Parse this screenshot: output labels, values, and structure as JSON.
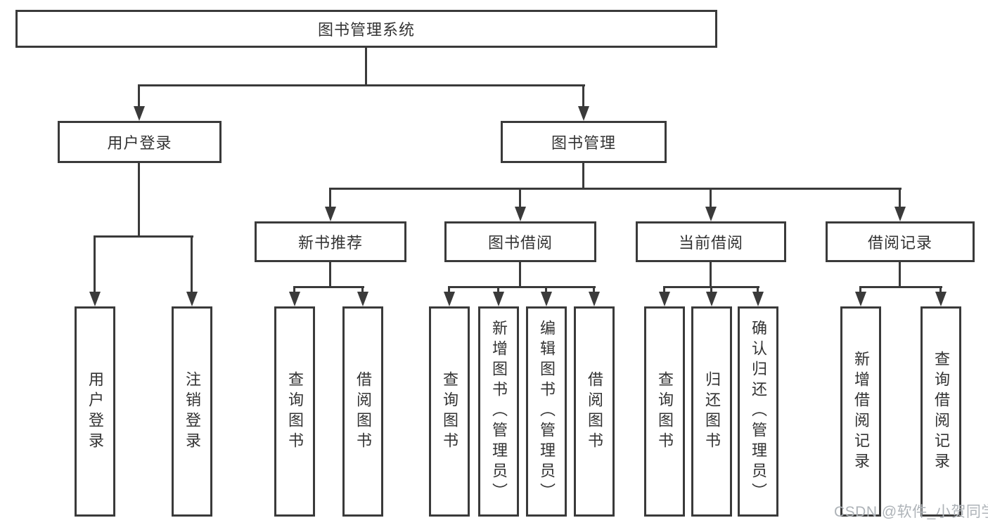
{
  "diagram": {
    "root": {
      "label": "图书管理系统"
    },
    "level2": [
      {
        "label": "用户登录"
      },
      {
        "label": "图书管理"
      }
    ],
    "level3": [
      {
        "label": "新书推荐"
      },
      {
        "label": "图书借阅"
      },
      {
        "label": "当前借阅"
      },
      {
        "label": "借阅记录"
      }
    ],
    "leaves": [
      {
        "label": "用户登录"
      },
      {
        "label": "注销登录"
      },
      {
        "label": "查询图书"
      },
      {
        "label": "借阅图书"
      },
      {
        "label": "查询图书"
      },
      {
        "label": "新增图书（管理员）"
      },
      {
        "label": "编辑图书（管理员）"
      },
      {
        "label": "借阅图书"
      },
      {
        "label": "查询图书"
      },
      {
        "label": "归还图书"
      },
      {
        "label": "确认归还（管理员）"
      },
      {
        "label": "新增借阅记录"
      },
      {
        "label": "查询借阅记录"
      }
    ]
  },
  "watermark": {
    "text": "CSDN @软件_小贺同学"
  },
  "colors": {
    "line": "#3a3a3a",
    "text": "#333333",
    "background": "#ffffff",
    "watermark": "#aeb3b8"
  }
}
